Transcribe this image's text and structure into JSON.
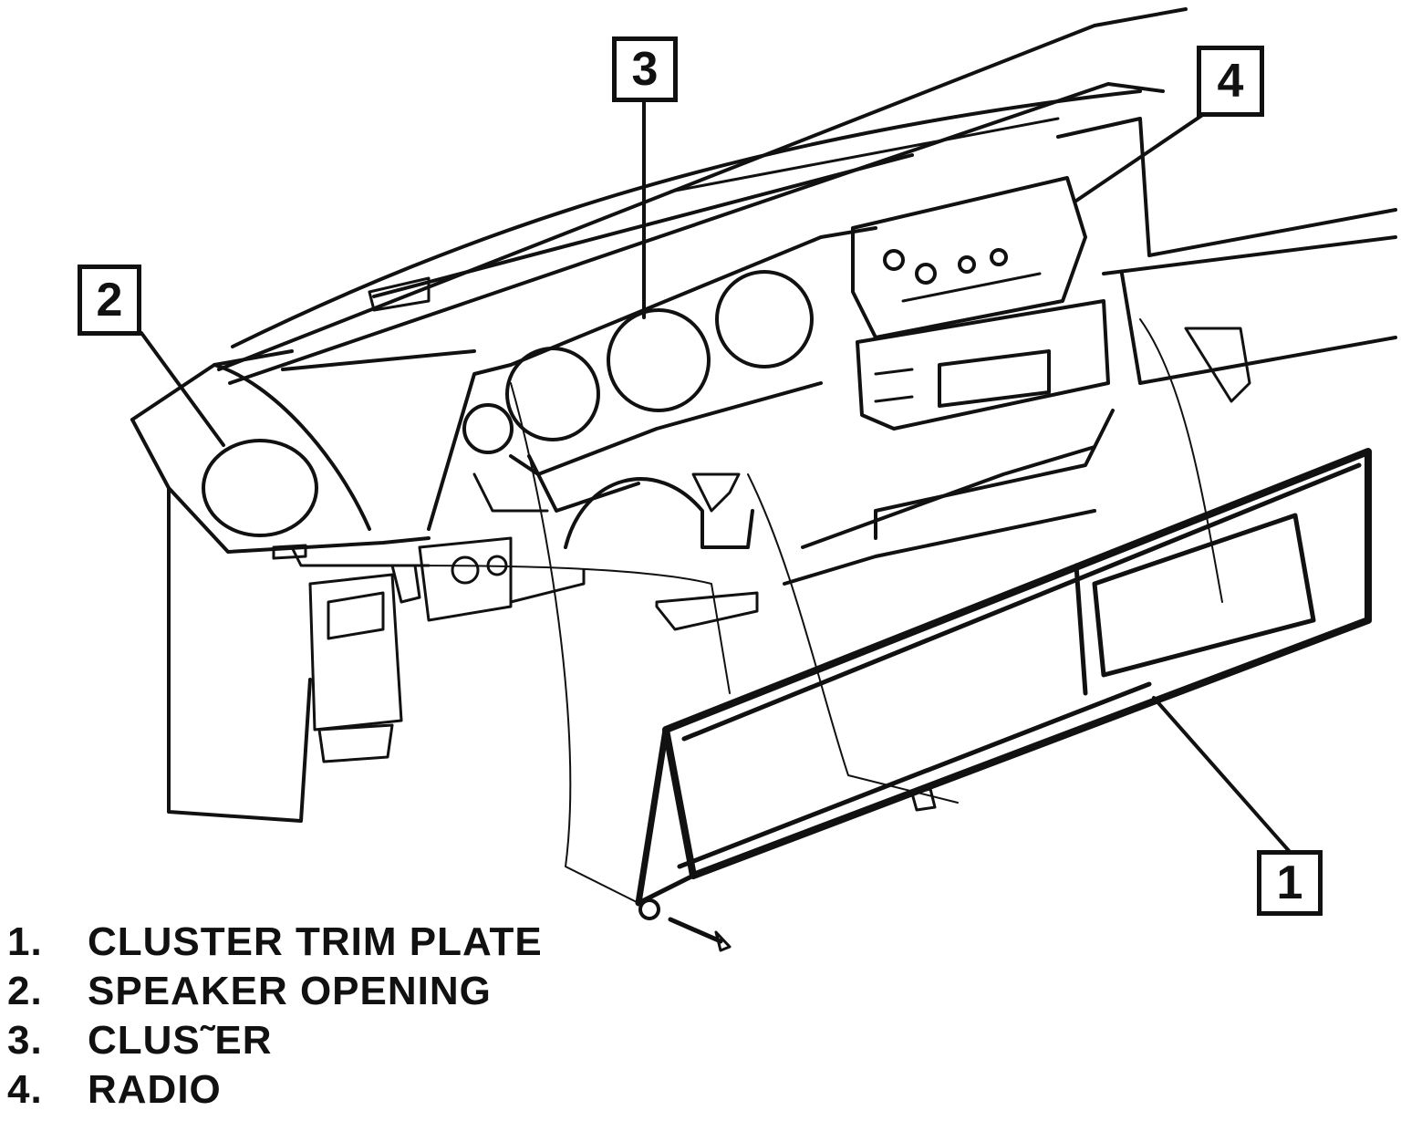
{
  "callouts": [
    {
      "label": "1"
    },
    {
      "label": "2"
    },
    {
      "label": "3"
    },
    {
      "label": "4"
    }
  ],
  "legend": [
    {
      "num": "1.",
      "text": "CLUSTER TRIM PLATE"
    },
    {
      "num": "2.",
      "text": "SPEAKER OPENING"
    },
    {
      "num": "3.",
      "text": "CLUS˜ER"
    },
    {
      "num": "4.",
      "text": "RADIO"
    }
  ]
}
